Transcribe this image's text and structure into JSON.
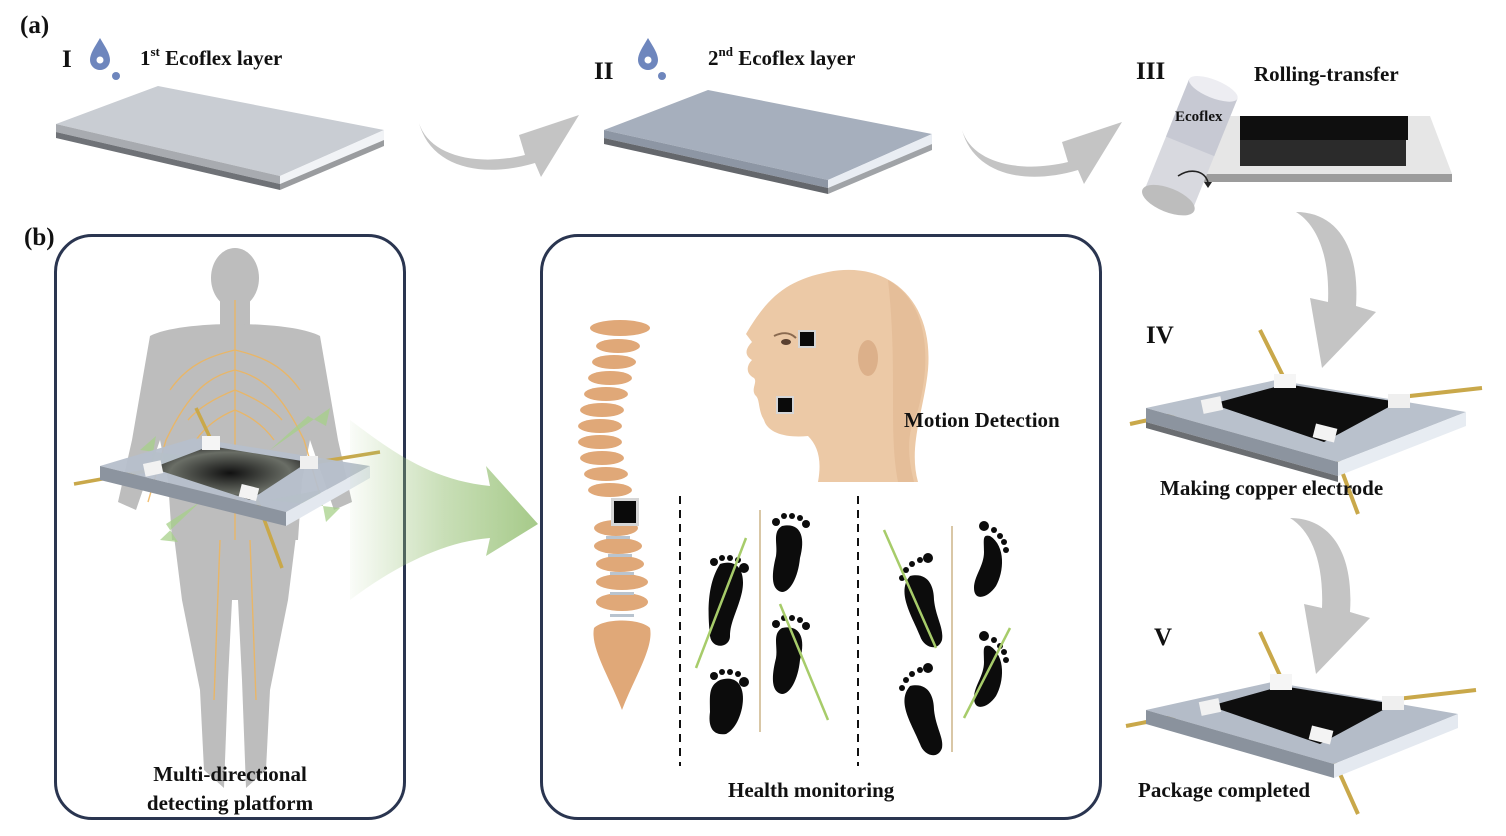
{
  "panel_a": {
    "tag": "(a)",
    "steps": [
      {
        "num": "I",
        "title_pre": "1",
        "title_sup": "st",
        "title_post": " Ecoflex layer",
        "icon": "droplet-icon"
      },
      {
        "num": "II",
        "title_pre": "2",
        "title_sup": "nd",
        "title_post": " Ecoflex layer",
        "icon": "droplet-icon"
      },
      {
        "num": "III",
        "title": "Rolling-transfer",
        "roller_label": "Ecoflex"
      },
      {
        "num": "IV",
        "caption": "Making copper electrode"
      },
      {
        "num": "V",
        "caption": "Package completed"
      }
    ]
  },
  "panel_b": {
    "tag": "(b)",
    "left_box": {
      "caption_line1": "Multi-directional",
      "caption_line2": "detecting platform"
    },
    "right_box": {
      "motion_label": "Motion Detection",
      "health_label": "Health monitoring"
    }
  },
  "colors": {
    "substrate_top": "#c9cdd3",
    "substrate_top_2": "#a6afbd",
    "substrate_edge": "#e9edf3",
    "substrate_bottom": "#6f7277",
    "arrow_gray": "#c4c4c4",
    "arrow_green": "#9cc47c",
    "droplet": "#6e86bd",
    "box_border": "#2a3550",
    "copper_wire": "#c9a84a",
    "carbon_black": "#111111",
    "body_gray": "#bdbdbd",
    "nerve_orange": "#f0b55a",
    "skin": "#ecc9a6",
    "spine": "#e0a878",
    "gait_line": "#a7cc6a"
  }
}
